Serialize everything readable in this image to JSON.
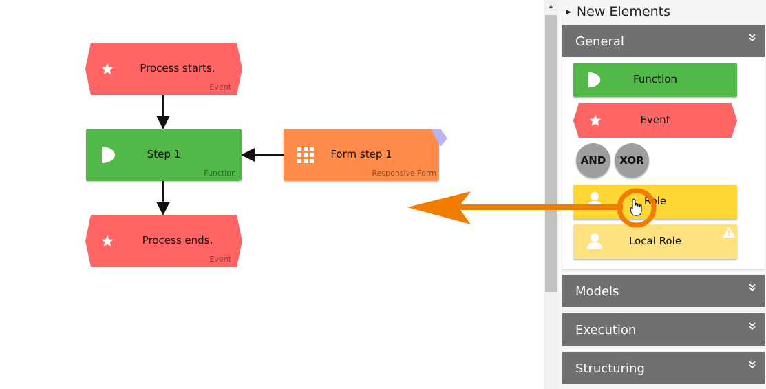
{
  "canvas": {
    "nodes": [
      {
        "title": "Process starts.",
        "type": "Event",
        "icon": "star-icon",
        "color": "#ff6565"
      },
      {
        "title": "Step 1",
        "type": "Function",
        "icon": "play-icon",
        "color": "#52b848"
      },
      {
        "title": "Form step 1",
        "type": "Responsive Form",
        "icon": "grid-icon",
        "color": "#ff8c4a"
      },
      {
        "title": "Process ends.",
        "type": "Event",
        "icon": "star-icon",
        "color": "#ff6565"
      }
    ]
  },
  "panel": {
    "title": "New Elements",
    "sections": [
      {
        "label": "General",
        "expanded": true
      },
      {
        "label": "Models",
        "expanded": false
      },
      {
        "label": "Execution",
        "expanded": false
      },
      {
        "label": "Structuring",
        "expanded": false
      }
    ],
    "general_items": {
      "function": "Function",
      "event": "Event",
      "and": "AND",
      "xor": "XOR",
      "role": "Role",
      "local_role": "Local Role"
    }
  },
  "colors": {
    "function": "#52b848",
    "event": "#ff6565",
    "form": "#ff8c4a",
    "role": "#ffd633",
    "local_role": "#ffe180",
    "section_header": "#707070",
    "annotation": "#f07c00"
  }
}
